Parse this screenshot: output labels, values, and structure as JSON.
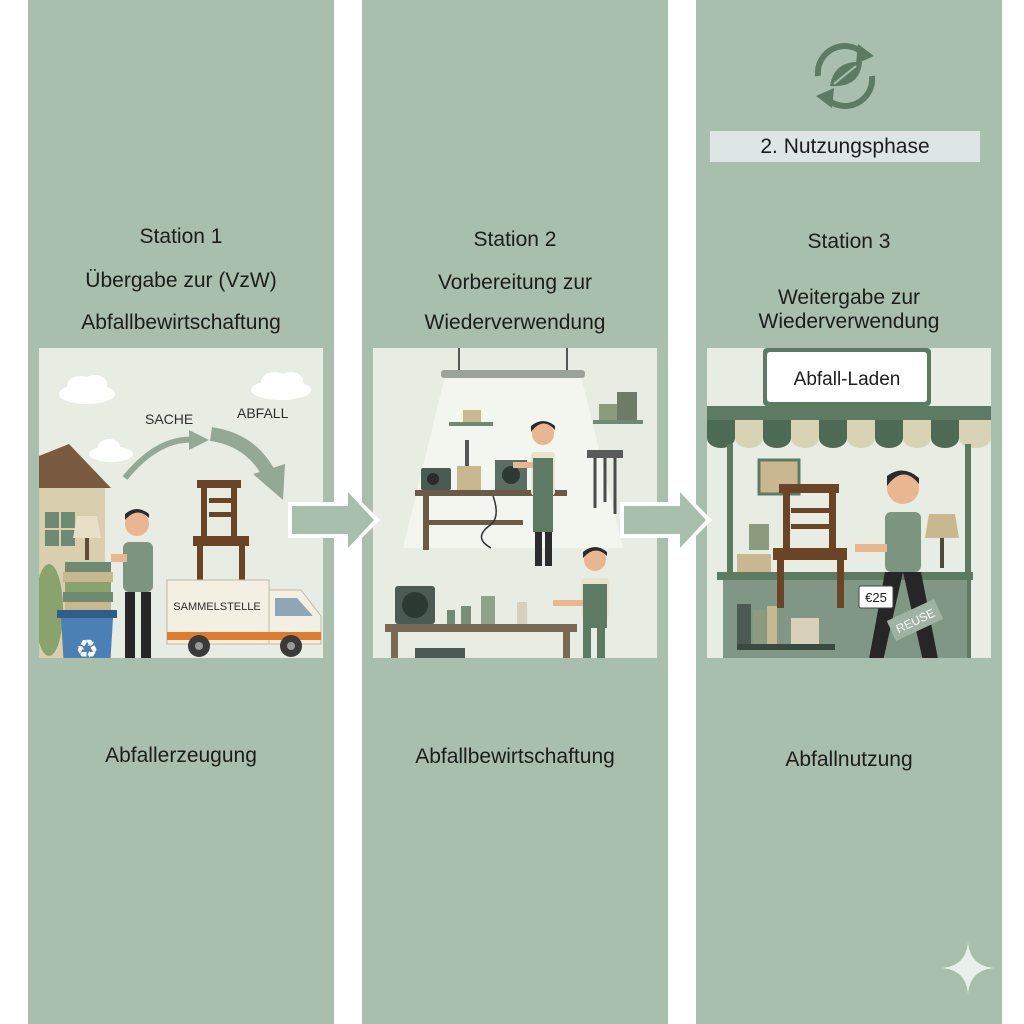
{
  "phase_label": "2. Nutzungsphase",
  "stations": [
    {
      "station": "Station 1",
      "title_lines": [
        "Übergabe zur (VzW)",
        "Abfallbewirtschaftung"
      ],
      "scene_labels": {
        "sache": "SACHE",
        "abfall": "ABFALL",
        "truck": "SAMMELSTELLE"
      },
      "footer": "Abfallerzeugung"
    },
    {
      "station": "Station 2",
      "title_lines": [
        "Vorbereitung zur",
        "Wiederverwendung"
      ],
      "footer": "Abfallbewirtschaftung"
    },
    {
      "station": "Station 3",
      "title_lines": [
        "Weitergabe zur",
        "Wiederverwendung"
      ],
      "scene_labels": {
        "shop_sign": "Abfall-Laden",
        "price_tag": "€25",
        "reuse_sign": "REUSE"
      },
      "footer": "Abfallnutzung"
    }
  ],
  "icons": [
    "recycle-leaf-icon",
    "arrow-right-icon",
    "sparkle-icon",
    "recycling-symbol-icon"
  ],
  "colors": {
    "column_bg": "#a9bfad",
    "scene_bg": "#e7ede3",
    "accent_dark": "#5d7a63",
    "arrow_fill": "#a9bfad",
    "phase_box_bg": "#dde6e4"
  }
}
